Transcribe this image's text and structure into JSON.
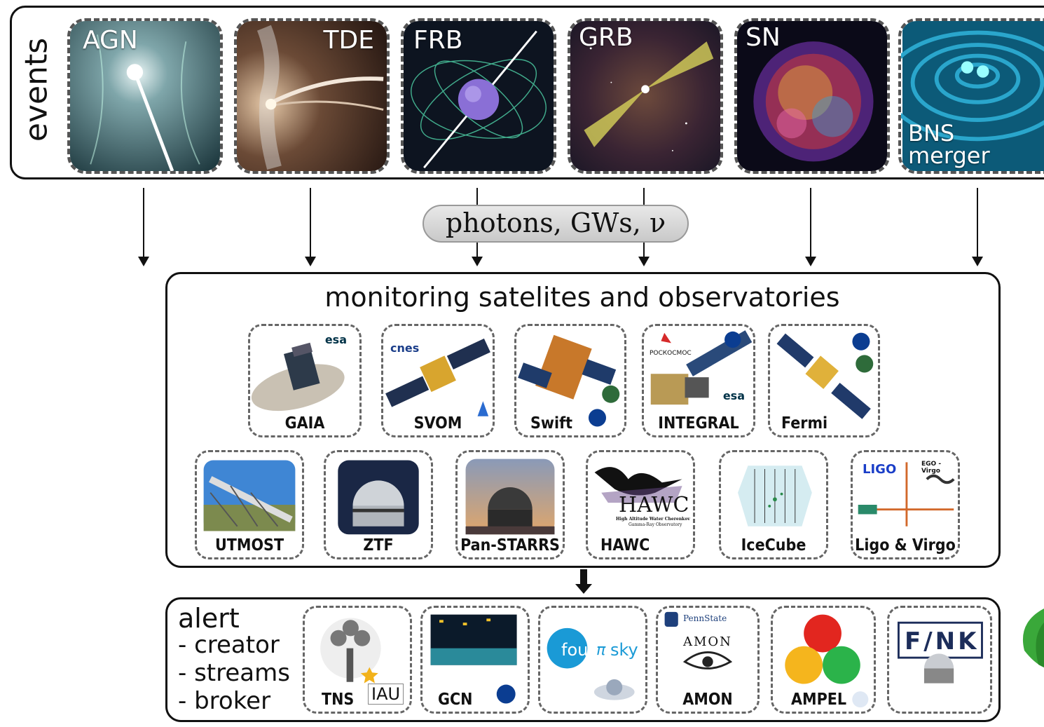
{
  "events": {
    "title": "events",
    "items": [
      {
        "label": "AGN"
      },
      {
        "label": "TDE"
      },
      {
        "label": "FRB"
      },
      {
        "label": "GRB"
      },
      {
        "label": "SN"
      },
      {
        "label_line1": "BNS",
        "label_line2": "merger"
      }
    ]
  },
  "messengers": "photons, GWs, ν",
  "monitoring": {
    "title": "monitoring satelites and observatories",
    "satellites": [
      {
        "label": "GAIA",
        "agency": "esa"
      },
      {
        "label": "SVOM",
        "agency": "cnes"
      },
      {
        "label": "Swift"
      },
      {
        "label": "INTEGRAL",
        "agency": "esa",
        "agency2": "РОСКОСМОС"
      },
      {
        "label": "Fermi"
      }
    ],
    "observatories": [
      {
        "label": "UTMOST"
      },
      {
        "label": "ZTF"
      },
      {
        "label": "Pan-STARRS"
      },
      {
        "label": "HAWC",
        "logo": "HAWC",
        "logo_sub": "High Altitude Water Cherenkov",
        "logo_sub2": "Gamma-Ray Observatory"
      },
      {
        "label": "IceCube"
      },
      {
        "label": "Ligo & Virgo",
        "logo": "LIGO",
        "logo2": "EGO - Virgo"
      }
    ]
  },
  "alert": {
    "title": "alert",
    "items": [
      "- creator",
      "- streams",
      "- broker"
    ],
    "brokers": [
      {
        "label": "TNS",
        "extra": "IAU"
      },
      {
        "label": "GCN"
      },
      {
        "label": "four",
        "label_pi": "π",
        "label_sky": "sky"
      },
      {
        "label": "AMON",
        "org": "PennState",
        "logo": "AMON"
      },
      {
        "label": "AMPEL"
      },
      {
        "label": "FINK",
        "logo": "F/NK"
      }
    ]
  },
  "colors": {
    "border": "#111111",
    "pill": "#cccccc",
    "nasa": "#0b3d91",
    "esa": "#003247"
  }
}
